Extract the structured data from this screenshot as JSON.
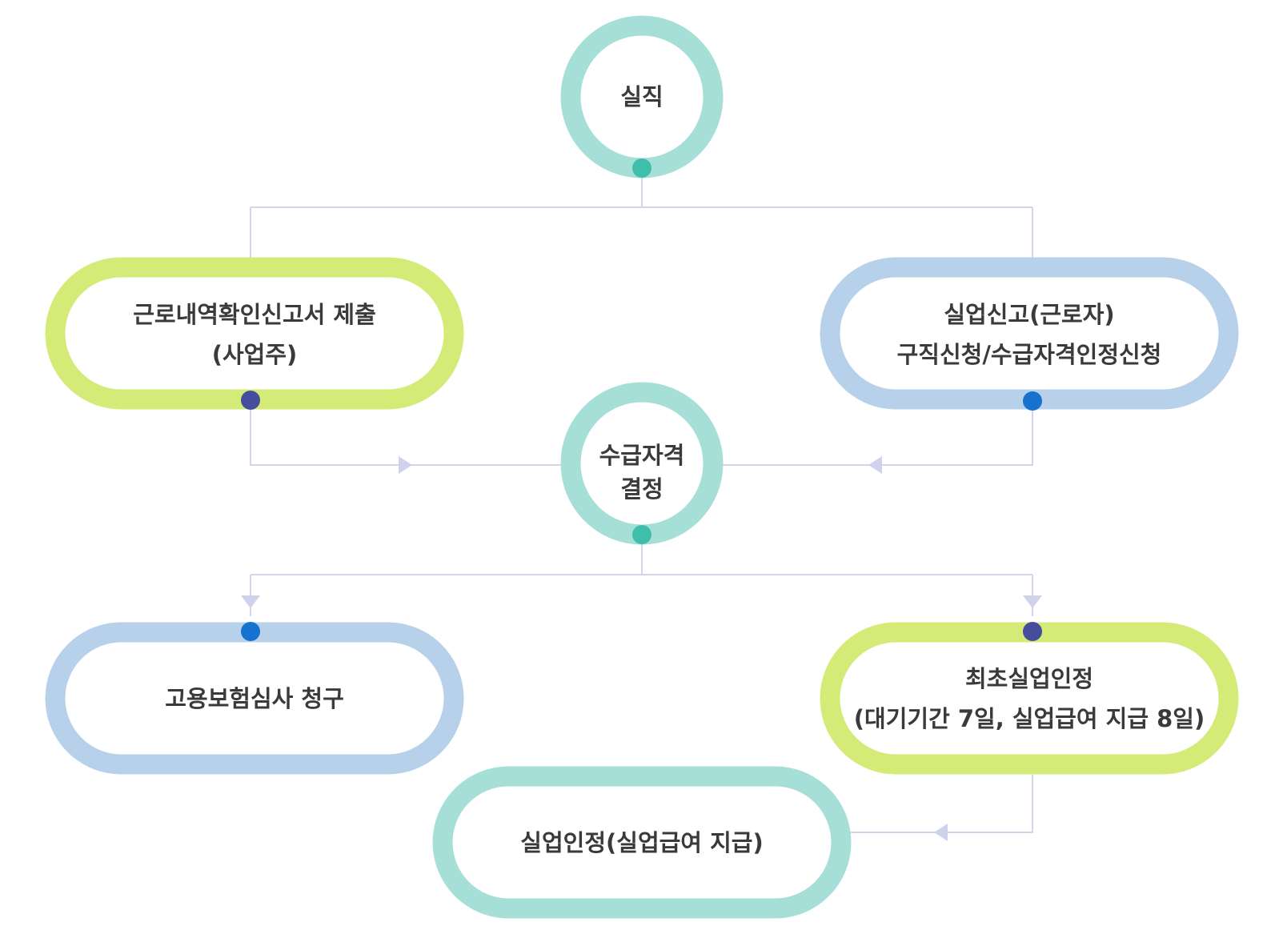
{
  "nodes": {
    "job_loss": {
      "lines": [
        "실직"
      ]
    },
    "employer_report": {
      "lines": [
        "근로내역확인신고서 제출",
        "(사업주)"
      ]
    },
    "worker_report": {
      "lines": [
        "실업신고(근로자)",
        "구직신청/수급자격인정신청"
      ]
    },
    "eligibility": {
      "lines": [
        "수급자격",
        "결정"
      ]
    },
    "review_request": {
      "lines": [
        "고용보험심사 청구"
      ]
    },
    "first_recognition": {
      "lines": [
        "최초실업인정",
        "(대기기간 7일, 실업급여 지급 8일)"
      ]
    },
    "recognition": {
      "lines": [
        "실업인정(실업급여 지급)"
      ]
    }
  },
  "colors": {
    "teal_ring": "#a6dfd7",
    "teal_dot": "#3fbfab",
    "lime_ring": "#d5eb78",
    "blue_ring": "#b8d1ea",
    "navy_dot": "#454e9c",
    "blue_dot": "#1772cf",
    "connector": "#d3d5ea",
    "text": "#3a3a3a"
  }
}
